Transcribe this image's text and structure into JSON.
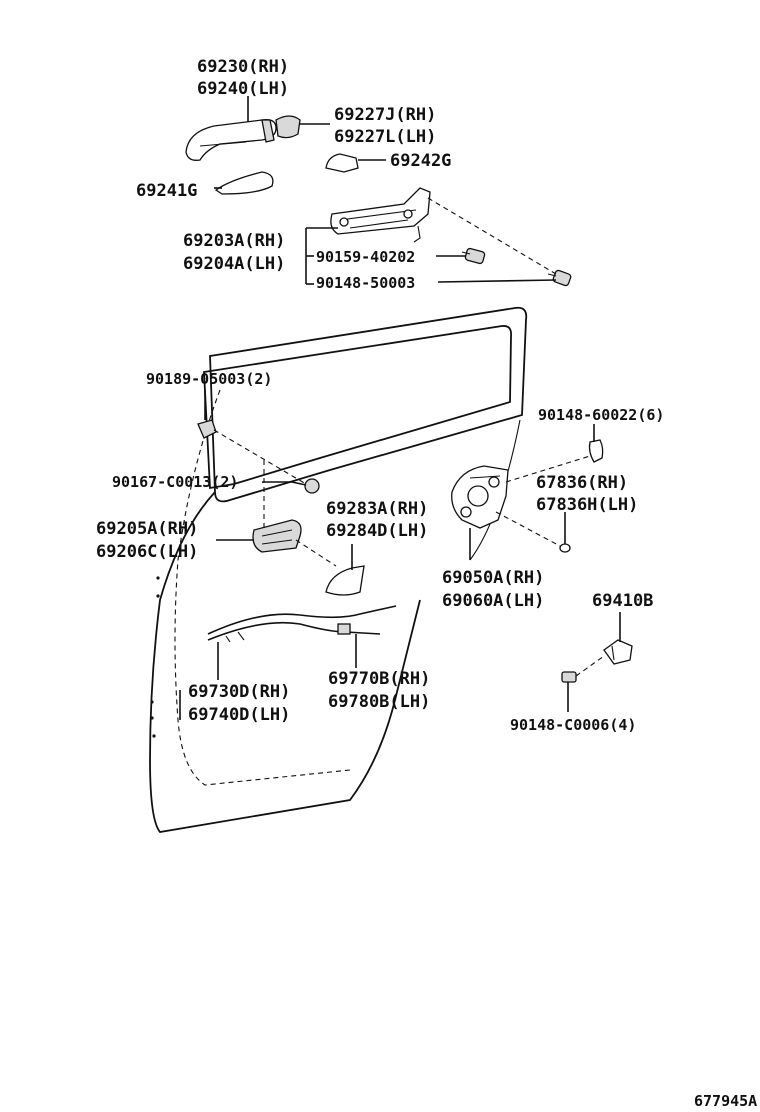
{
  "labels": {
    "l69230": "69230(RH)",
    "l69240": "69240(LH)",
    "l69227j": "69227J(RH)",
    "l69227l": "69227L(LH)",
    "l69242g": "69242G",
    "l69241g": "69241G",
    "l69203a": "69203A(RH)",
    "l69204a": "69204A(LH)",
    "l90159": "90159-40202",
    "l90148_50003": "90148-50003",
    "l90189": "90189-05003(2)",
    "l90148_60022": "90148-60022(6)",
    "l90167": "90167-C0013(2)",
    "l67836": "67836(RH)",
    "l67836h": "67836H(LH)",
    "l69205a": "69205A(RH)",
    "l69206c": "69206C(LH)",
    "l69283a": "69283A(RH)",
    "l69284d": "69284D(LH)",
    "l69050a": "69050A(RH)",
    "l69060a": "69060A(LH)",
    "l69410b": "69410B",
    "l69730d": "69730D(RH)",
    "l69740d": "69740D(LH)",
    "l69770b": "69770B(RH)",
    "l69780b": "69780B(LH)",
    "l90148_c0006": "90148-C0006(4)",
    "diagram_id": "677945A"
  }
}
